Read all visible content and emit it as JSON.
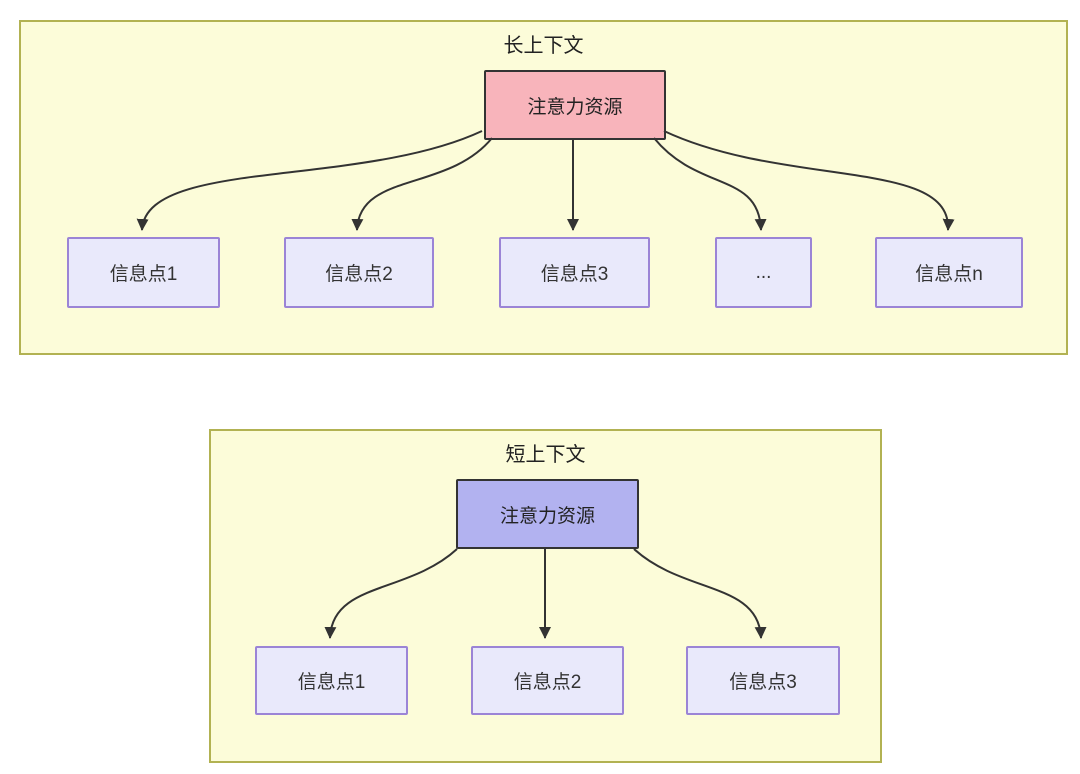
{
  "panels": [
    {
      "title": "长上下文",
      "source": "注意力资源",
      "targets": [
        "信息点1",
        "信息点2",
        "信息点3",
        "...",
        "信息点n"
      ]
    },
    {
      "title": "短上下文",
      "source": "注意力资源",
      "targets": [
        "信息点1",
        "信息点2",
        "信息点3"
      ]
    }
  ],
  "colors": {
    "panel_fill": "#fcfcd9",
    "panel_border": "#b2b252",
    "long_source_fill": "#f8b4bb",
    "short_source_fill": "#b2b2f0",
    "source_border": "#333333",
    "target_fill": "#e9e9fb",
    "target_border": "#9b84d6",
    "arrow": "#333333",
    "text": "#222222"
  }
}
